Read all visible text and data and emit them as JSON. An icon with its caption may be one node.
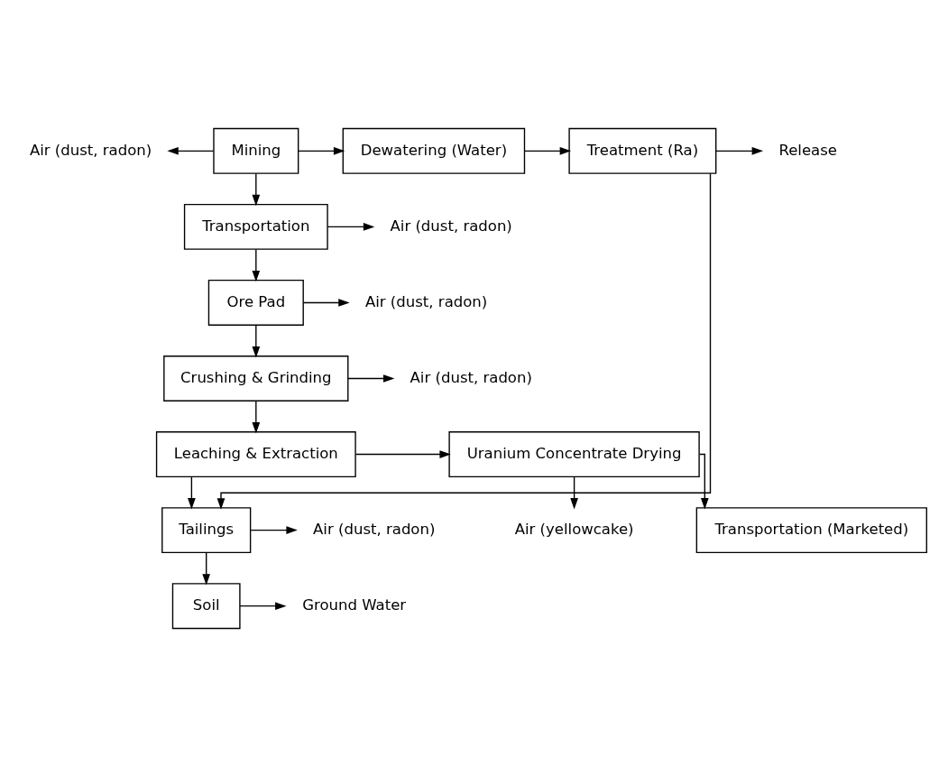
{
  "diagram": {
    "nodes": [
      {
        "text": [
          "Air (dust, radon)"
        ]
      },
      {
        "text": [
          "Mining"
        ]
      },
      {
        "text": [
          "Dewatering (Water)"
        ]
      },
      {
        "text": [
          "Treatment (Ra)"
        ]
      },
      {
        "text": [
          "Release"
        ]
      },
      {
        "text": [
          "Transportation"
        ]
      },
      {
        "text": [
          "Air (dust, radon)"
        ]
      },
      {
        "text": [
          "Ore Pad"
        ]
      },
      {
        "text": [
          "Air (dust, radon)"
        ]
      },
      {
        "text": [
          "Crushing & Grinding"
        ]
      },
      {
        "text": [
          "Air (dust, radon)"
        ]
      },
      {
        "text": [
          "Air (yellowcake)"
        ]
      },
      {
        "text": [
          "Uranium Concentrate Drying"
        ]
      },
      {
        "text": [
          "Leaching & Extraction"
        ]
      },
      {
        "text": [
          "Transportation (Marketed)"
        ]
      },
      {
        "text": [
          "Air (dust, radon)"
        ]
      },
      {
        "text": [
          "Tailings"
        ]
      },
      {
        "text": [
          "Soil"
        ]
      },
      {
        "text": [
          "Ground Water"
        ]
      }
    ],
    "edges": [
      {
        "from": 1,
        "to": 0,
        "arrow": "to"
      },
      {
        "from": 1,
        "to": 2,
        "arrow": "to"
      },
      {
        "from": 2,
        "to": 3,
        "arrow": "to"
      },
      {
        "from": 3,
        "to": 4,
        "arrow": "to"
      },
      {
        "from": 1,
        "to": 5,
        "arrow": "to"
      },
      {
        "from": 5,
        "to": 6,
        "arrow": "to"
      },
      {
        "from": 5,
        "to": 7,
        "arrow": "to"
      },
      {
        "from": 7,
        "to": 8,
        "arrow": "to"
      },
      {
        "from": 7,
        "to": 9,
        "arrow": "to"
      },
      {
        "from": 9,
        "to": 10,
        "arrow": "to"
      },
      {
        "from": 9,
        "to": 13,
        "arrow": "to"
      },
      {
        "from": 13,
        "to": 12,
        "arrow": "to"
      },
      {
        "from": 12,
        "to": 11,
        "arrow": "to"
      },
      {
        "from": 12,
        "to": 14,
        "arrow": "to"
      },
      {
        "from": 13,
        "to": 16,
        "arrow": "to"
      },
      {
        "from": 16,
        "to": 15,
        "arrow": "to"
      },
      {
        "from": 3,
        "to": 16,
        "arrow": "to"
      },
      {
        "from": 16,
        "to": 17,
        "arrow": "to"
      },
      {
        "from": 17,
        "to": 18,
        "arrow": "to"
      }
    ]
  }
}
